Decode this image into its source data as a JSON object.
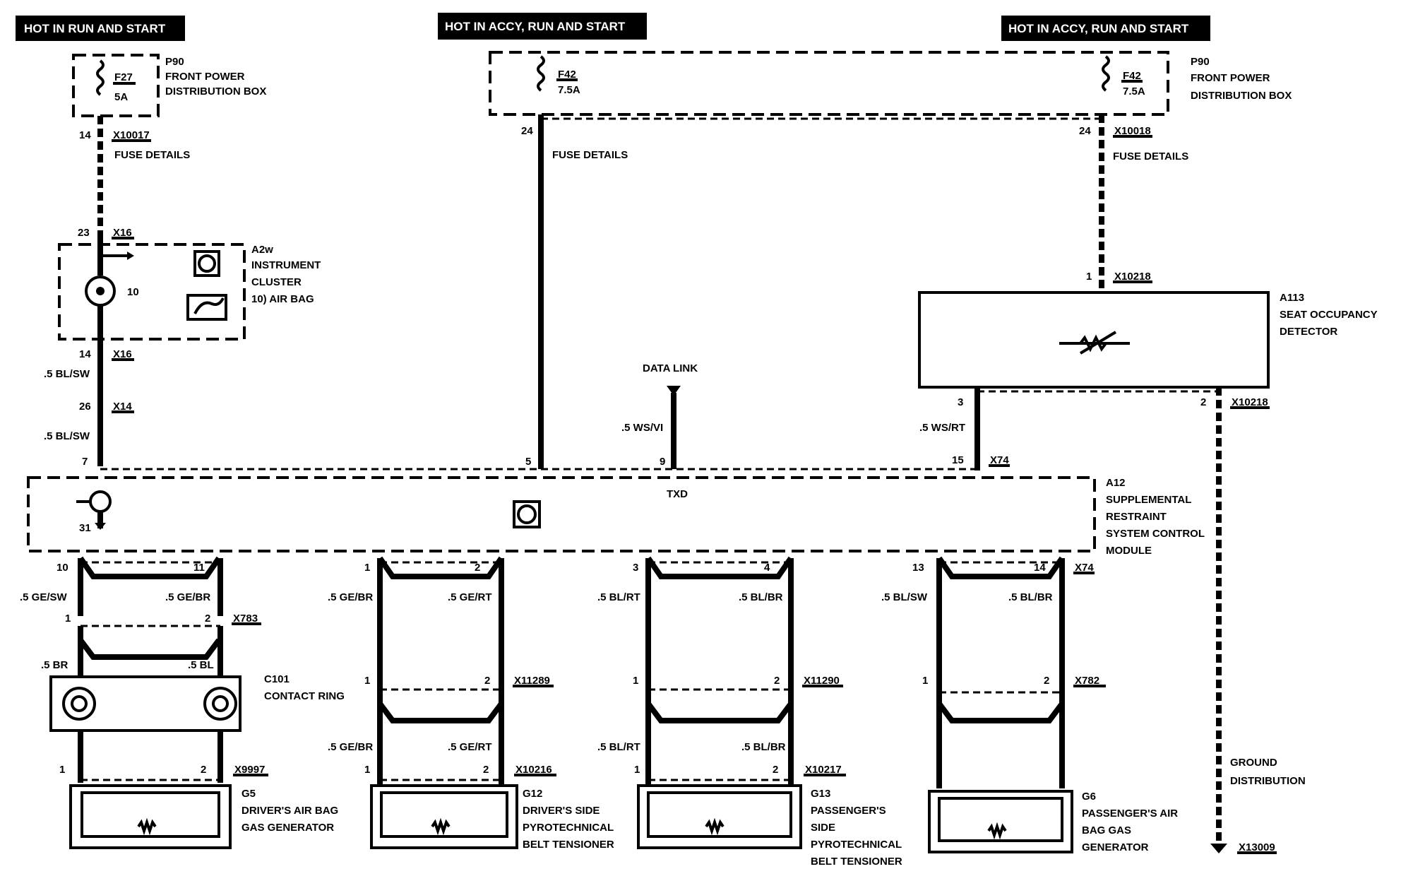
{
  "banners": {
    "left": "HOT IN RUN AND START",
    "middle": "HOT IN ACCY, RUN AND START",
    "right": "HOT IN ACCY, RUN AND START"
  },
  "fuse_box_left": {
    "ref": "P90",
    "name_l1": "FRONT POWER",
    "name_l2": "DISTRIBUTION BOX",
    "fuse": "F27",
    "rating": "5A"
  },
  "fuse_box_right": {
    "ref": "P90",
    "name_l1": "FRONT POWER",
    "name_l2": "DISTRIBUTION BOX",
    "fuse_a": "F42",
    "rating_a": "7.5A",
    "fuse_b": "F42",
    "rating_b": "7.5A"
  },
  "fuse_details": {
    "left": "FUSE DETAILS",
    "middle": "FUSE DETAILS",
    "right": "FUSE DETAILS"
  },
  "connectors": {
    "x10017": "X10017",
    "x10018": "X10018",
    "x16_top": "X16",
    "x16_bot": "X16",
    "x14": "X14",
    "x10218_a": "X10218",
    "x10218_b": "X10218",
    "x74_a": "X74",
    "x74_b": "X74",
    "x783": "X783",
    "x9997": "X9997",
    "x11289": "X11289",
    "x10216": "X10216",
    "x11290": "X11290",
    "x10217": "X10217",
    "x782": "X782",
    "x13009": "X13009"
  },
  "pins": {
    "p14a": "14",
    "p24a": "24",
    "p24b": "24",
    "p23": "23",
    "p14b": "14",
    "p26": "26",
    "p7": "7",
    "p5": "5",
    "p9": "9",
    "p15": "15",
    "p1_a113": "1",
    "p3_a113": "3",
    "p2_a113": "2",
    "p31": "31",
    "p10": "10",
    "p11": "11",
    "p1a": "1",
    "p2a": "2",
    "p3a": "3",
    "p4a": "4",
    "p13": "13",
    "p14c": "14",
    "x783_1": "1",
    "x783_2": "2",
    "x9997_1": "1",
    "x9997_2": "2",
    "x11289_1": "1",
    "x11289_2": "2",
    "x10216_1": "1",
    "x10216_2": "2",
    "x11290_1": "1",
    "x11290_2": "2",
    "x10217_1": "1",
    "x10217_2": "2",
    "x782_1": "1",
    "x782_2": "2"
  },
  "cluster": {
    "ref": "A2w",
    "name_l1": "INSTRUMENT",
    "name_l2": "CLUSTER",
    "item": "10)  AIR BAG",
    "callout": "10"
  },
  "wires": {
    "bl_sw_1": ".5 BL/SW",
    "bl_sw_2": ".5 BL/SW",
    "ws_vi": ".5 WS/VI",
    "ws_rt": ".5 WS/RT",
    "ge_sw": ".5 GE/SW",
    "ge_br_1": ".5 GE/BR",
    "ge_br_2": ".5 GE/BR",
    "ge_rt_1": ".5 GE/RT",
    "bl_rt_1": ".5 BL/RT",
    "bl_br_1": ".5 BL/BR",
    "bl_sw_3": ".5 BL/SW",
    "bl_br_2": ".5 BL/BR",
    "br": ".5 BR",
    "bl": ".5 BL",
    "ge_br_3": ".5 GE/BR",
    "ge_rt_2": ".5 GE/RT",
    "bl_rt_2": ".5 BL/RT",
    "bl_br_3": ".5 BL/BR"
  },
  "data_link": "DATA LINK",
  "txd": "TXD",
  "a113": {
    "ref": "A113",
    "name_l1": "SEAT OCCUPANCY",
    "name_l2": "DETECTOR"
  },
  "a12": {
    "ref": "A12",
    "name_l1": "SUPPLEMENTAL",
    "name_l2": "RESTRAINT",
    "name_l3": "SYSTEM CONTROL",
    "name_l4": "MODULE"
  },
  "c101": {
    "ref": "C101",
    "name": "CONTACT RING"
  },
  "g5": {
    "ref": "G5",
    "name_l1": "DRIVER'S AIR BAG",
    "name_l2": "GAS GENERATOR"
  },
  "g12": {
    "ref": "G12",
    "name_l1": "DRIVER'S SIDE",
    "name_l2": "PYROTECHNICAL",
    "name_l3": "BELT TENSIONER"
  },
  "g13": {
    "ref": "G13",
    "name_l1": "PASSENGER'S",
    "name_l2": "SIDE",
    "name_l3": "PYROTECHNICAL",
    "name_l4": "BELT TENSIONER"
  },
  "g6": {
    "ref": "G6",
    "name_l1": "PASSENGER'S AIR",
    "name_l2": "BAG GAS",
    "name_l3": "GENERATOR"
  },
  "ground": {
    "name_l1": "GROUND",
    "name_l2": "DISTRIBUTION"
  }
}
